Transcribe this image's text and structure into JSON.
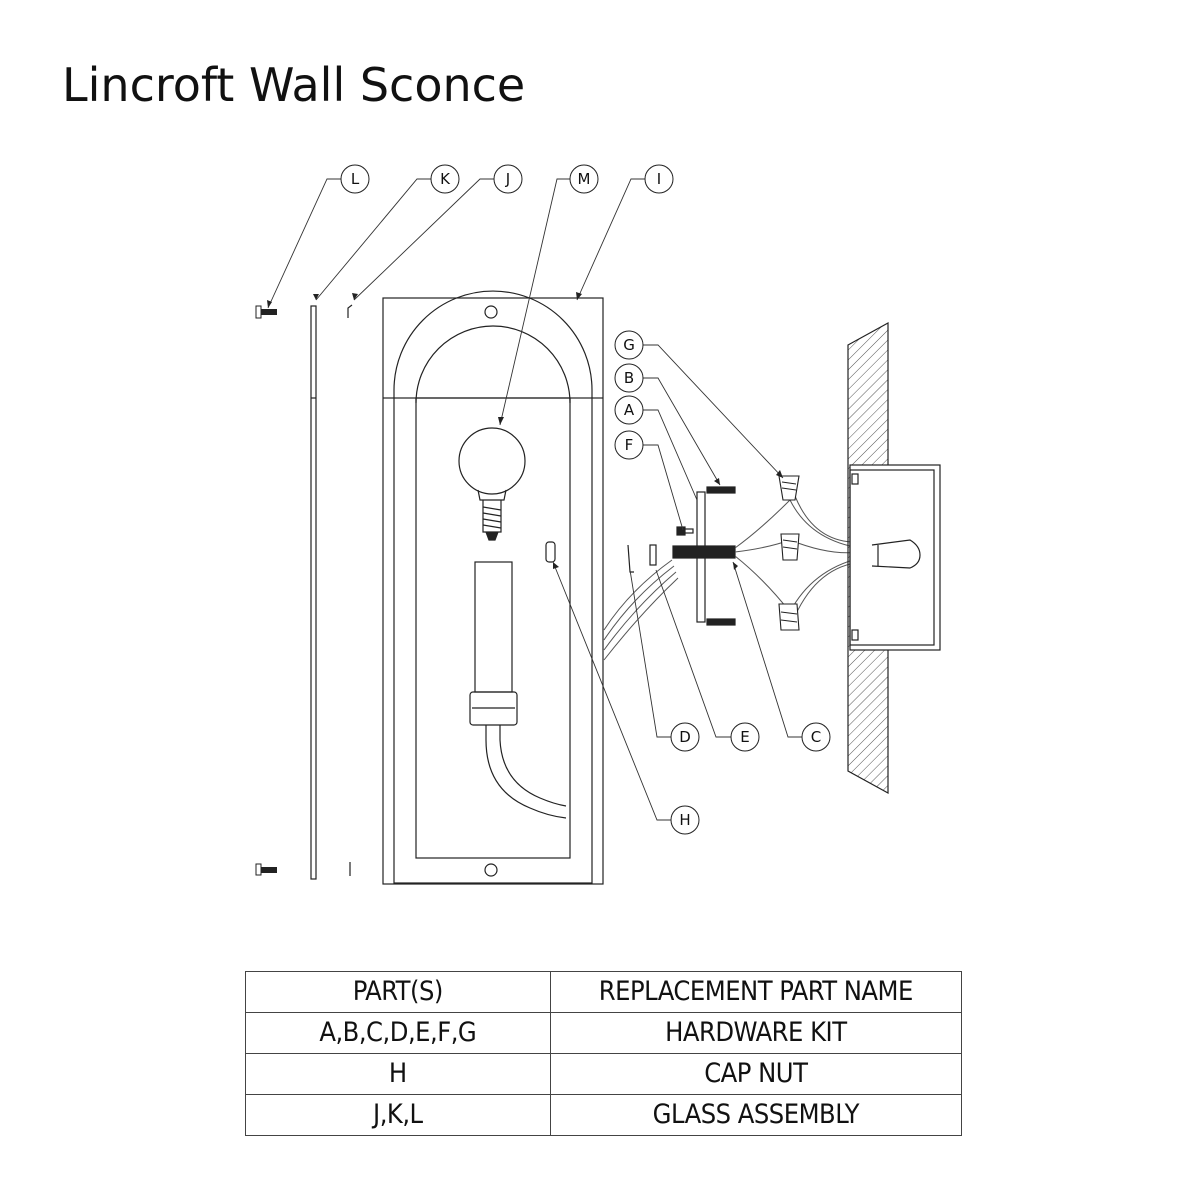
{
  "title": "Lincroft Wall Sconce",
  "callouts": {
    "L": "L",
    "K": "K",
    "J": "J",
    "M": "M",
    "I": "I",
    "G": "G",
    "B": "B",
    "A": "A",
    "F": "F",
    "D": "D",
    "E": "E",
    "C": "C",
    "H": "H"
  },
  "table": {
    "headers": [
      "PART(S)",
      "REPLACEMENT PART NAME"
    ],
    "rows": [
      [
        "A,B,C,D,E,F,G",
        "HARDWARE KIT"
      ],
      [
        "H",
        "CAP NUT"
      ],
      [
        "J,K,L",
        "GLASS ASSEMBLY"
      ]
    ]
  }
}
